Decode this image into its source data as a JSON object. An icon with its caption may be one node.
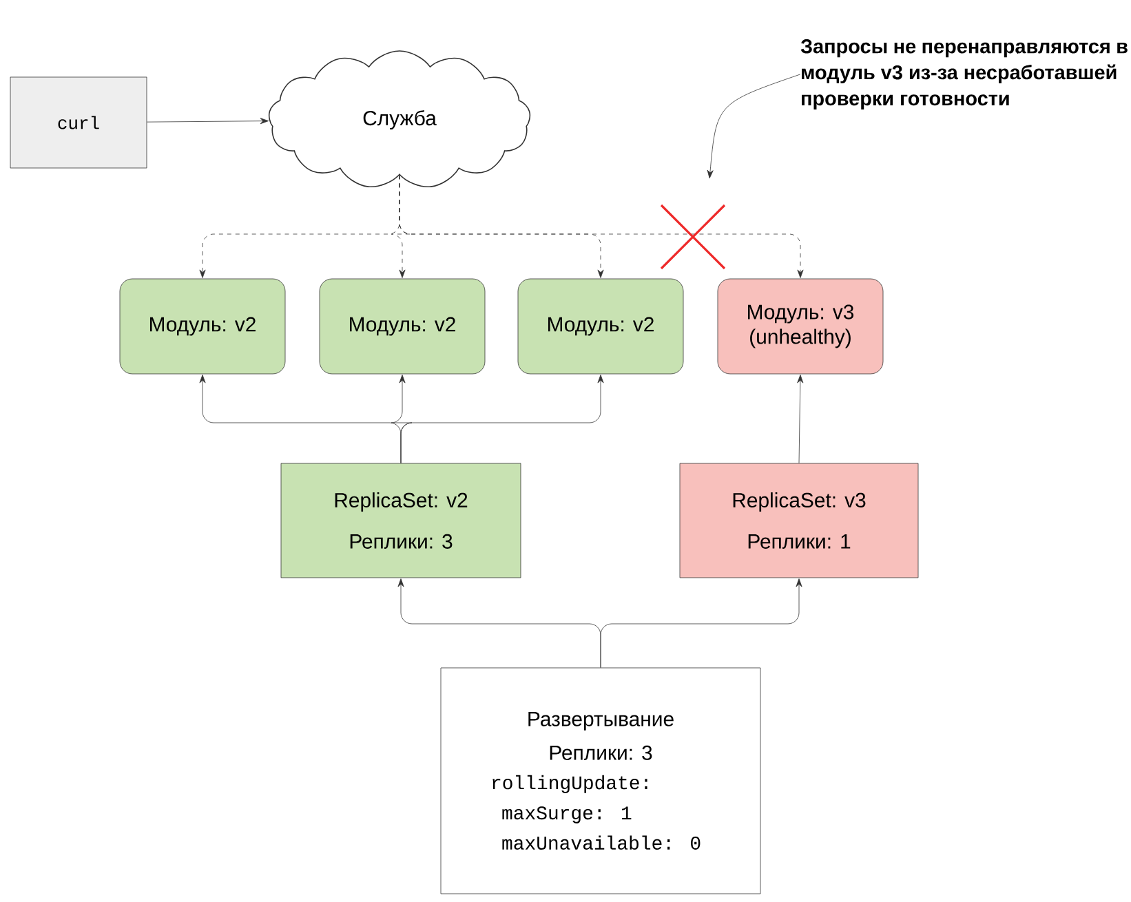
{
  "diagram": {
    "nodes": [
      {
        "text": [
          "curl"
        ]
      },
      {
        "text": [
          "Служба"
        ]
      },
      {
        "text": [
          "Модуль: v2"
        ]
      },
      {
        "text": [
          "Модуль: v2"
        ]
      },
      {
        "text": [
          "Модуль: v2"
        ]
      },
      {
        "text": [
          "Модуль: v3 (unhealthy)"
        ]
      },
      {
        "text": [
          "ReplicaSet: v2",
          "Реплики: 3"
        ]
      },
      {
        "text": [
          "ReplicaSet: v3",
          "Реплики: 1"
        ]
      },
      {
        "text": [
          "Развертывание",
          "Реплики: 3",
          "rollingUpdate: maxSurge: 1 maxUnavailable: 0"
        ]
      },
      {
        "text": [
          "Запросы не перенаправляются в модуль v3 из-за несработавшей проверки готовности"
        ]
      }
    ],
    "edges": [
      {
        "from": 0,
        "to": 1,
        "arrow": "to"
      },
      {
        "from": 1,
        "to": 2,
        "arrow": "to",
        "style": "dashed"
      },
      {
        "from": 1,
        "to": 3,
        "arrow": "to",
        "style": "dashed"
      },
      {
        "from": 1,
        "to": 4,
        "arrow": "to",
        "style": "dashed"
      },
      {
        "from": 1,
        "to": 5,
        "arrow": "to",
        "style": "dashed"
      },
      {
        "from": 6,
        "to": 2,
        "arrow": "to"
      },
      {
        "from": 6,
        "to": 3,
        "arrow": "to"
      },
      {
        "from": 6,
        "to": 4,
        "arrow": "to"
      },
      {
        "from": 7,
        "to": 5,
        "arrow": "to"
      },
      {
        "from": 8,
        "to": 6,
        "arrow": "to"
      },
      {
        "from": 8,
        "to": 7,
        "arrow": "to"
      },
      {
        "from": 9,
        "to": null,
        "arrow": "to"
      }
    ]
  }
}
